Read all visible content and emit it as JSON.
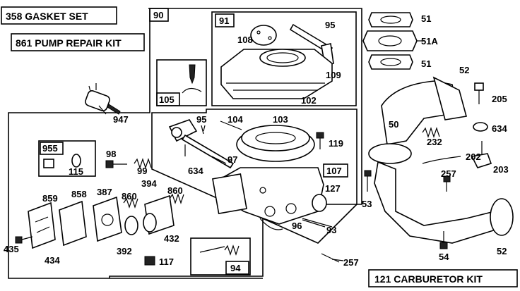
{
  "kits": {
    "gasket_set": "358 GASKET SET",
    "pump_repair_kit": "861 PUMP REPAIR KIT",
    "carburetor_kit": "121 CARBURETOR KIT"
  },
  "group_boxes": {
    "box_90": "90",
    "box_91": "91",
    "box_105": "105",
    "box_107": "107",
    "box_955": "955",
    "box_94": "94"
  },
  "parts": {
    "p108": "108",
    "p95_top": "95",
    "p109": "109",
    "p102": "102",
    "p947": "947",
    "p95_mid": "95",
    "p104": "104",
    "p103": "103",
    "p119": "119",
    "p97": "97",
    "p634_mid": "634",
    "p98": "98",
    "p99": "99",
    "p115": "115",
    "p127": "127",
    "p96": "96",
    "p93": "93",
    "p859": "859",
    "p858": "858",
    "p387": "387",
    "p860_a": "860",
    "p394": "394",
    "p860_b": "860",
    "p435": "435",
    "p434": "434",
    "p392": "392",
    "p432": "432",
    "p117": "117",
    "p257_bottom": "257",
    "p51_a": "51",
    "p51A": "51A",
    "p51_b": "51",
    "p52_top": "52",
    "p205": "205",
    "p50": "50",
    "p634_right": "634",
    "p232": "232",
    "p202": "202",
    "p203": "203",
    "p257_right": "257",
    "p53": "53",
    "p54": "54",
    "p52_bottom": "52"
  }
}
